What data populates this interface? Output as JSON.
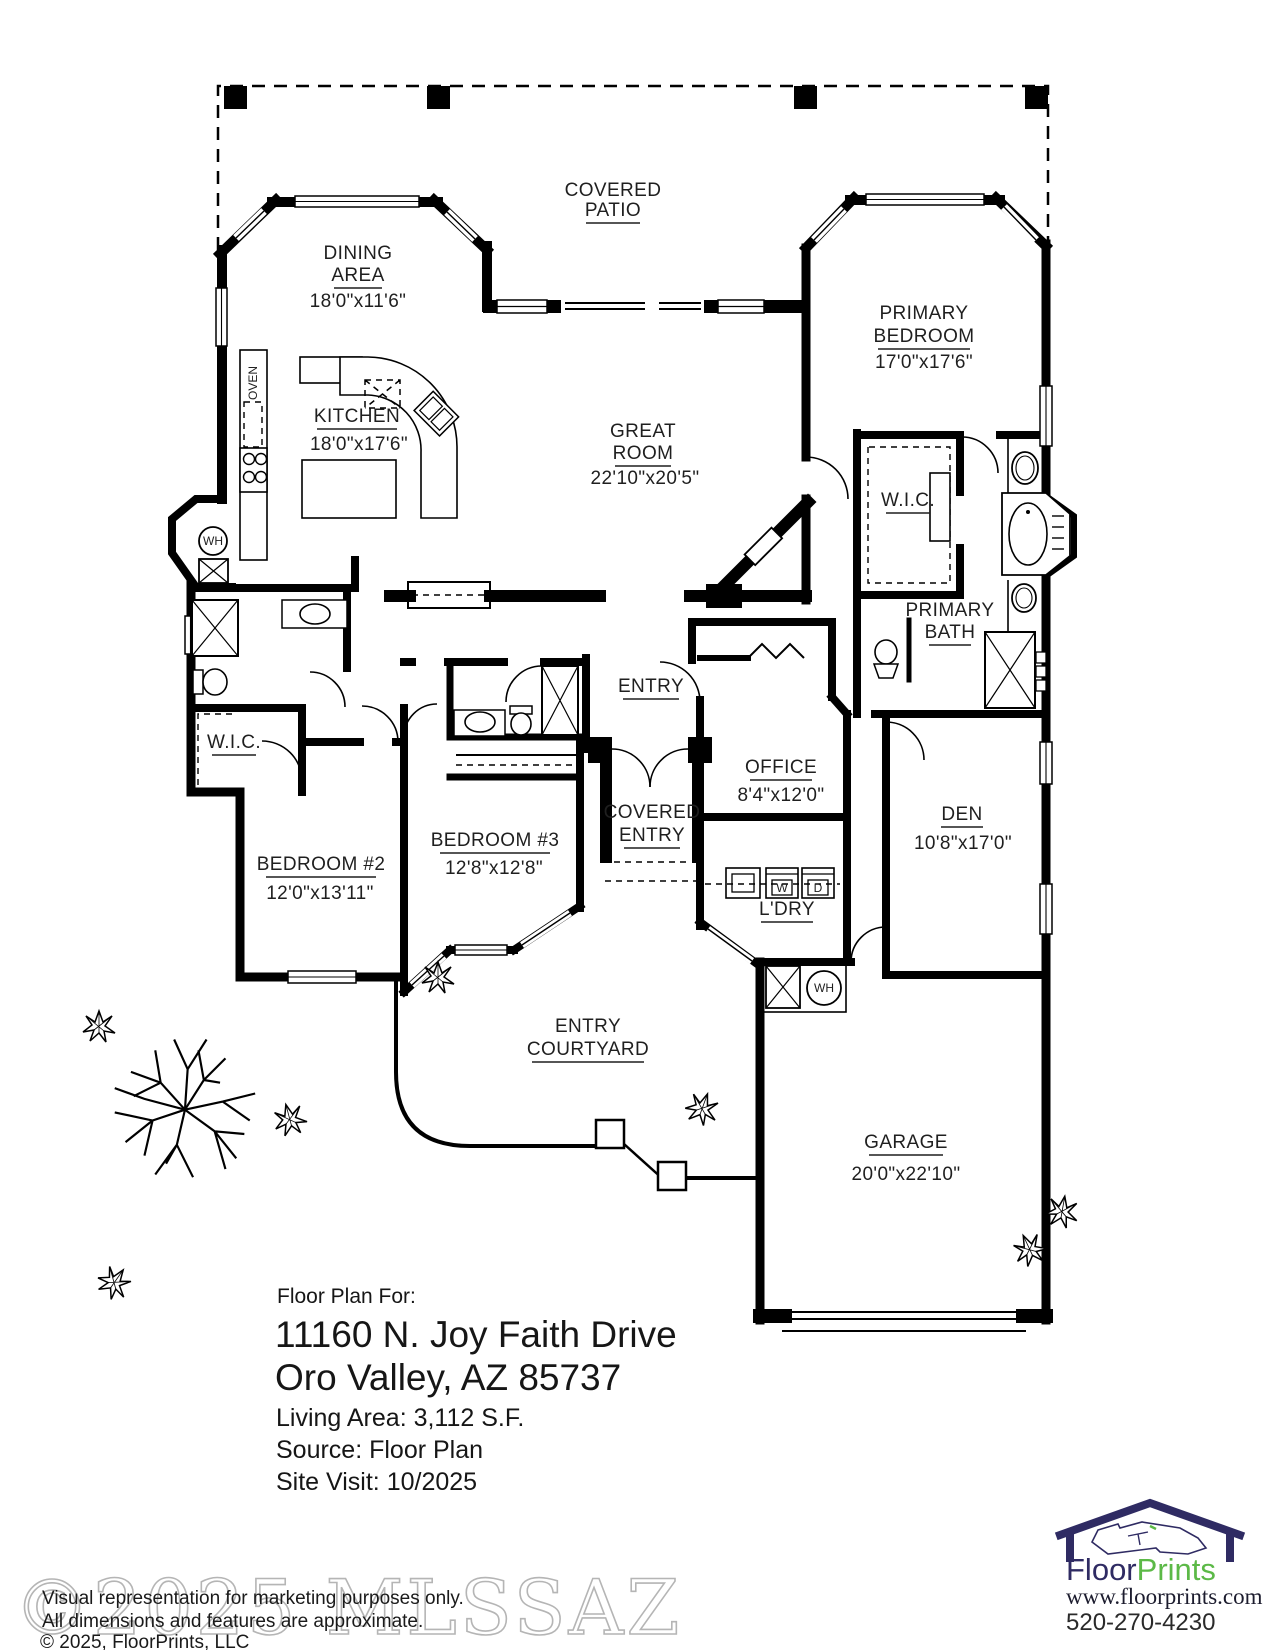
{
  "colors": {
    "wall": "#000000",
    "label": "#1f1f1f",
    "logo_navy": "#2f2b63",
    "logo_green": "#5cb947",
    "watermark_outline": "#b5b5b5"
  },
  "rooms": {
    "covered_patio": {
      "l1": "COVERED",
      "l2": "PATIO"
    },
    "dining": {
      "l1": "DINING",
      "l2": "AREA",
      "dims": "18'0\"x11'6\""
    },
    "kitchen": {
      "l1": "KITCHEN",
      "dims": "18'0\"x17'6\""
    },
    "great_room": {
      "l1": "GREAT",
      "l2": "ROOM",
      "dims": "22'10\"x20'5\""
    },
    "primary_bedroom": {
      "l1": "PRIMARY",
      "l2": "BEDROOM",
      "dims": "17'0\"x17'6\""
    },
    "primary_wic": {
      "l1": "W.I.C."
    },
    "primary_bath": {
      "l1": "PRIMARY",
      "l2": "BATH"
    },
    "entry": {
      "l1": "ENTRY"
    },
    "office": {
      "l1": "OFFICE",
      "dims": "8'4\"x12'0\""
    },
    "den": {
      "l1": "DEN",
      "dims": "10'8\"x17'0\""
    },
    "covered_entry": {
      "l1": "COVERED",
      "l2": "ENTRY"
    },
    "bedroom3": {
      "l1": "BEDROOM #3",
      "dims": "12'8\"x12'8\""
    },
    "bedroom2": {
      "l1": "BEDROOM #2",
      "dims": "12'0\"x13'11\""
    },
    "wic2": {
      "l1": "W.I.C."
    },
    "laundry": {
      "l1": "L'DRY"
    },
    "entry_courtyard": {
      "l1": "ENTRY",
      "l2": "COURTYARD"
    },
    "garage": {
      "l1": "GARAGE",
      "dims": "20'0\"x22'10\""
    }
  },
  "fixtures": {
    "oven": "OVEN",
    "water_heater": "WH",
    "washer": "W",
    "dryer": "D"
  },
  "info": {
    "heading": "Floor Plan For:",
    "address_line1": "11160 N. Joy Faith Drive",
    "address_line2": "Oro Valley, AZ  85737",
    "living_area": "Living Area:  3,112 S.F.",
    "source": "Source:  Floor Plan",
    "site_visit": "Site Visit:  10/2025"
  },
  "watermark": "©2025 MLSSAZ",
  "disclaimer": {
    "line1": "Visual representation for marketing purposes only.",
    "line2": "All dimensions and features are approximate.",
    "line3": "© 2025, FloorPrints, LLC"
  },
  "logo": {
    "brand_part1": "Floor",
    "brand_part2": "Prints",
    "website": "www.floorprints.com",
    "phone": "520-270-4230"
  }
}
